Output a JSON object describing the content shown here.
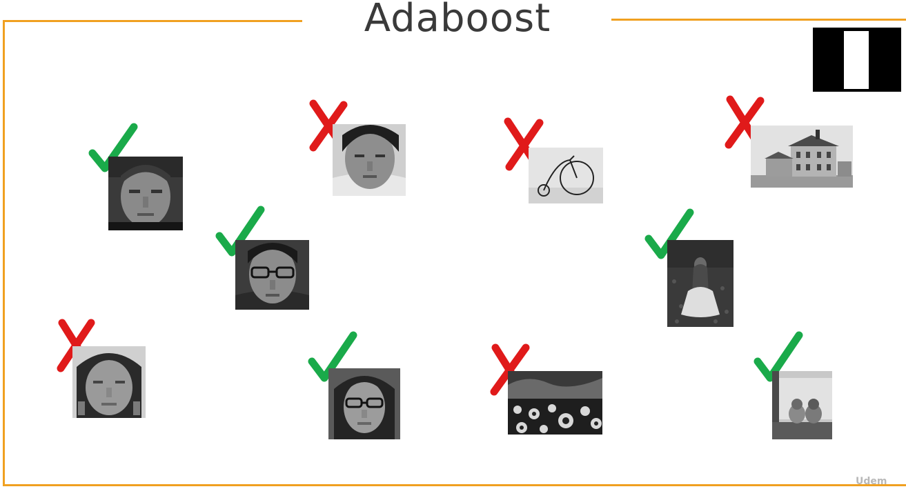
{
  "slide": {
    "title": "Adaboost",
    "watermark": "Udem"
  },
  "colors": {
    "frame": "#f0a020",
    "check": "#1aaa4a",
    "cross": "#e01a1a",
    "title": "#3a3a3a"
  },
  "haar_feature": {
    "icon": "haar-feature-icon",
    "style": "black rectangle with white vertical bar"
  },
  "samples": [
    {
      "id": "face-1",
      "kind": "face",
      "mark": "check"
    },
    {
      "id": "face-2",
      "kind": "face",
      "mark": "cross"
    },
    {
      "id": "bicycle",
      "kind": "non-face",
      "mark": "cross"
    },
    {
      "id": "house",
      "kind": "non-face",
      "mark": "cross"
    },
    {
      "id": "face-3",
      "kind": "face",
      "mark": "check"
    },
    {
      "id": "girl-field",
      "kind": "non-face",
      "mark": "check"
    },
    {
      "id": "face-4",
      "kind": "face",
      "mark": "cross"
    },
    {
      "id": "face-5",
      "kind": "face",
      "mark": "check"
    },
    {
      "id": "sunflowers",
      "kind": "non-face",
      "mark": "cross"
    },
    {
      "id": "dogs",
      "kind": "non-face",
      "mark": "check"
    }
  ]
}
